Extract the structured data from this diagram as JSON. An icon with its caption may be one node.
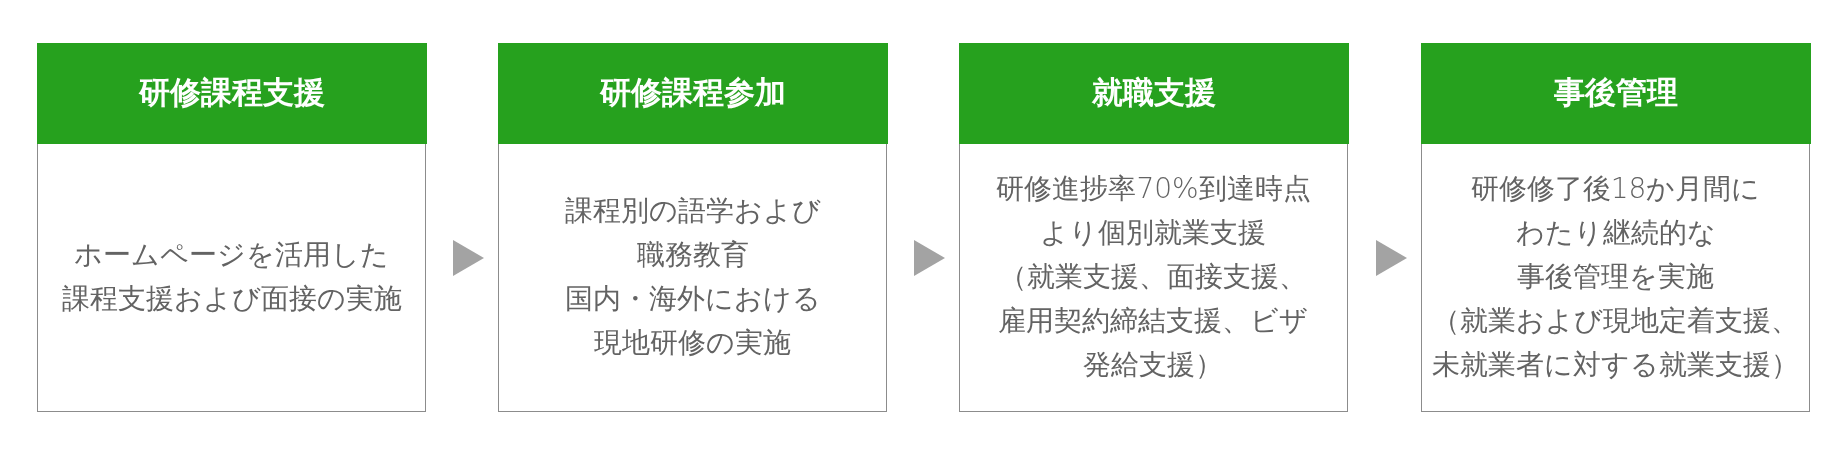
{
  "diagram": {
    "nodes": [
      {
        "text": [
          "研修課程支援",
          "ホームページを活用した課程支援および面接の実施"
        ]
      },
      {
        "text": [
          "研修課程参加",
          "課程別の語学および職務教育国内・海外における現地研修の実施"
        ]
      },
      {
        "text": [
          "就職支援",
          "研修進捗率70%到達時点より個別就業支援（就業支援、面接支援、雇用契約締結支援、ビザ発給支援）"
        ]
      },
      {
        "text": [
          "事後管理",
          "研修修了後18か月間にわたり継続的な事後管理を実施（就業および現地定着支援、未就業者に対する就業支援）"
        ]
      }
    ],
    "edges": [
      {
        "from": 0,
        "to": 1,
        "arrow": "to"
      },
      {
        "from": 1,
        "to": 2,
        "arrow": "to"
      },
      {
        "from": 2,
        "to": 3,
        "arrow": "to"
      }
    ]
  }
}
